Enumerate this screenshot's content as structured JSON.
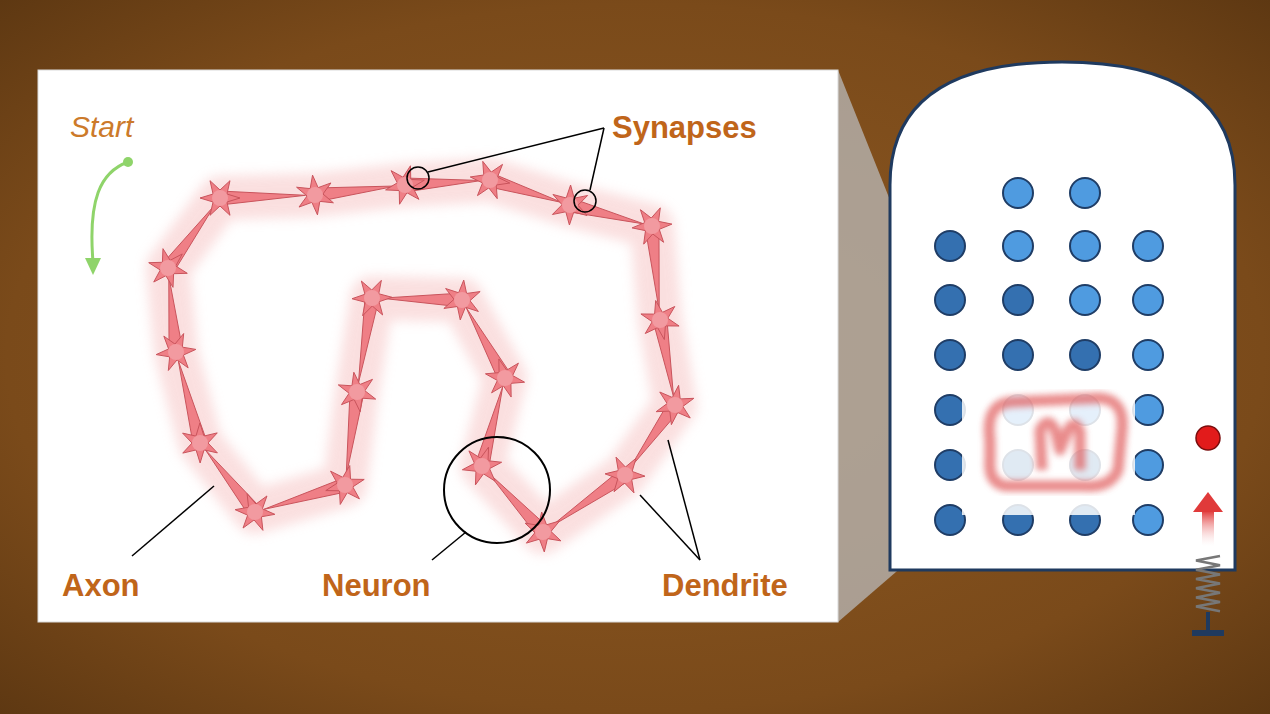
{
  "diagram": {
    "labels": [
      "Start",
      "Synapses",
      "Axon",
      "Neuron",
      "Dendrite"
    ]
  }
}
